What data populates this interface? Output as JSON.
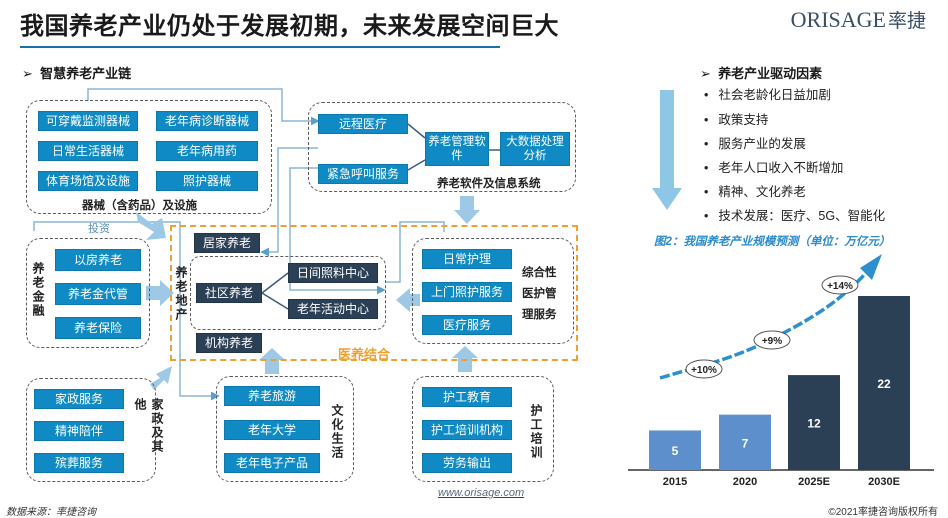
{
  "header": {
    "title": "我国养老产业仍处于发展初期，未来发展空间巨大",
    "logo_text": "ORISAGE",
    "logo_cn": "率捷"
  },
  "left_section": {
    "title": "智慧养老产业链",
    "equipment": {
      "items": [
        "可穿戴监测器械",
        "老年病诊断器械",
        "日常生活器械",
        "老年病用药",
        "体育场馆及设施",
        "照护器械"
      ],
      "label": "器械（含药品）及设施"
    },
    "software": {
      "left_items": [
        "远程医疗",
        "紧急呼叫服务"
      ],
      "center_item": "养老管理软件",
      "right_item": "大数据处理分析",
      "label": "养老软件及信息系统"
    },
    "invest_label": "投资",
    "finance": {
      "items": [
        "以房养老",
        "养老金代管",
        "养老保险"
      ],
      "label": "养老金融"
    },
    "realestate": {
      "label": "养老地产",
      "home": "居家养老",
      "community": "社区养老",
      "day_care": "日间照料中心",
      "activity": "老年活动中心",
      "institution": "机构养老"
    },
    "medical": {
      "items": [
        "日常护理",
        "上门照护服务",
        "医疗服务"
      ],
      "label_lines": [
        "综合性",
        "医护管",
        "理服务"
      ]
    },
    "combo_label": "医养结合",
    "household": {
      "items": [
        "家政服务",
        "精神陪伴",
        "殡葬服务"
      ],
      "label": "家政及其他"
    },
    "culture": {
      "items": [
        "养老旅游",
        "老年大学",
        "老年电子产品"
      ],
      "label": "文化生活"
    },
    "nursing": {
      "items": [
        "护工教育",
        "护工培训机构",
        "劳务输出"
      ],
      "label": "护工培训"
    },
    "url": "www.orisage.com"
  },
  "right_section": {
    "title": "养老产业驱动因素",
    "bullets": [
      "社会老龄化日益加剧",
      "政策支持",
      "服务产业的发展",
      "老年人口收入不断增加",
      "精神、文化养老",
      "技术发展：医疗、5G、智能化"
    ],
    "figure_title": "图2：我国养老产业规模预测（单位：万亿元）"
  },
  "chart_data": {
    "type": "bar",
    "categories": [
      "2015",
      "2020",
      "2025E",
      "2030E"
    ],
    "values": [
      5,
      7,
      12,
      22
    ],
    "colors": [
      "#5d8fcc",
      "#5d8fcc",
      "#2b3f55",
      "#2b3f55"
    ],
    "growth_labels": [
      "+10%",
      "+9%",
      "+14%"
    ],
    "title": "",
    "xlabel": "",
    "ylabel": ""
  },
  "footer": {
    "source": "数据来源：率捷咨询",
    "copyright": "©2021率捷咨询版权所有"
  }
}
